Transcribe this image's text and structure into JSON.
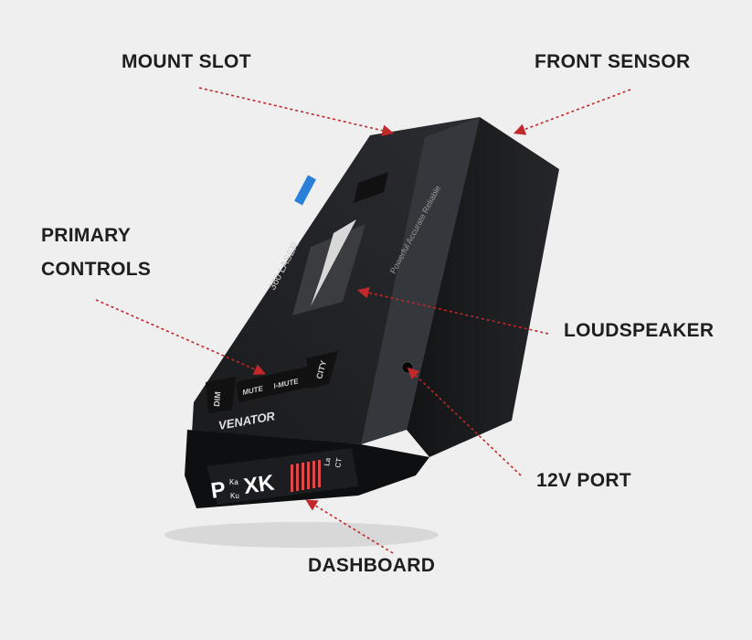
{
  "callouts": {
    "mount_slot": "MOUNT SLOT",
    "front_sensor": "FRONT SENSOR",
    "primary_controls_line1": "PRIMARY",
    "primary_controls_line2": "CONTROLS",
    "loudspeaker": "LOUDSPEAKER",
    "port_12v": "12V PORT",
    "dashboard": "DASHBOARD"
  },
  "device": {
    "brand": "VENATOR",
    "model": "360 LASER",
    "tagline": "Powerful  Accurate  Reliable",
    "buttons": {
      "dim": "DIM",
      "mute": "MUTE",
      "imute": "I-MUTE",
      "city": "CITY"
    },
    "display": {
      "mode": "P",
      "band_top": "Ka",
      "band_bottom": "Ku",
      "band": "XK",
      "right_top": "La",
      "right_bottom": "CT"
    }
  },
  "colors": {
    "arrow": "#c0282a",
    "text": "#1e1e1e",
    "background": "#efefef",
    "display_accent": "#e04848",
    "model_accent": "#2a7fd8"
  }
}
